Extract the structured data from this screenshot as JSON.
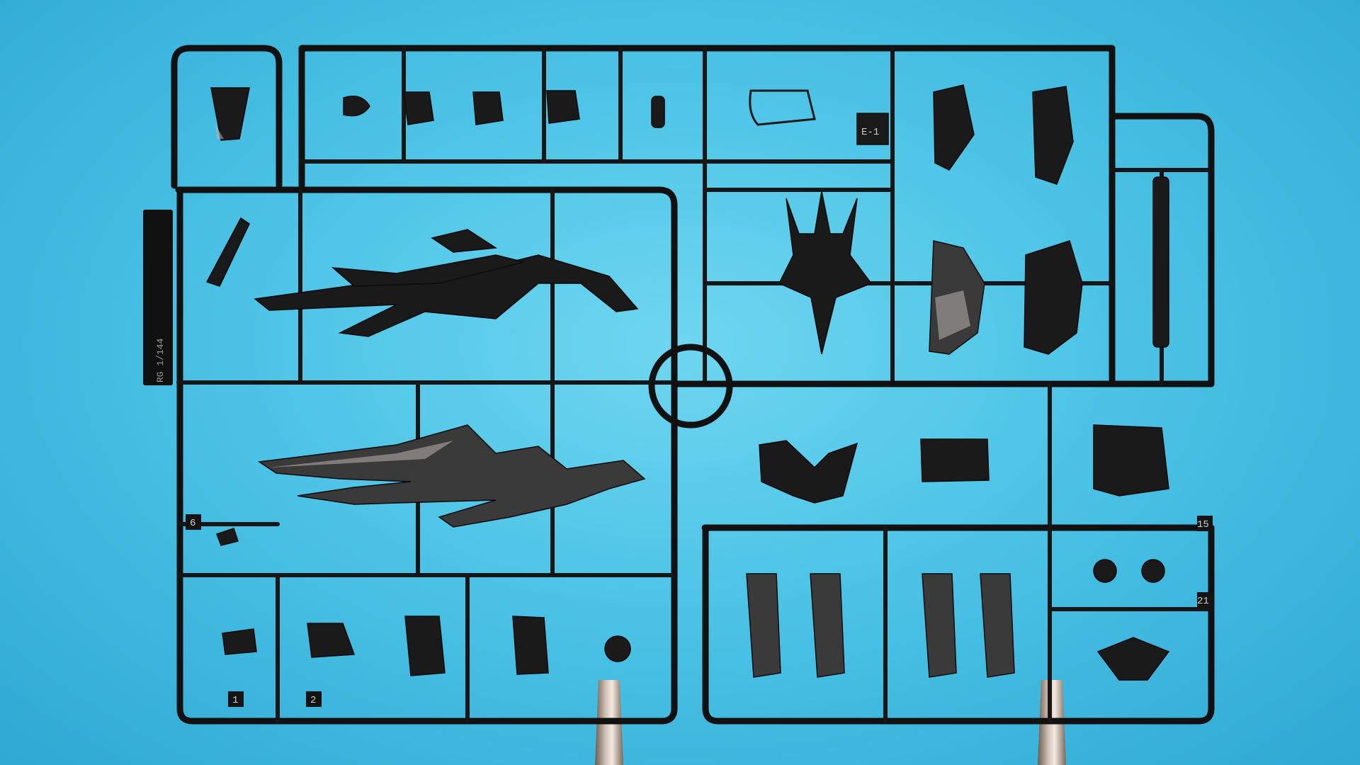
{
  "scene": {
    "background_color": "#4cc3e6",
    "plastic_color": "#141414",
    "sprue_tags": [
      {
        "id": "tag-1",
        "text": "1"
      },
      {
        "id": "tag-2",
        "text": "2"
      },
      {
        "id": "tag-6",
        "text": "6"
      },
      {
        "id": "tag-15",
        "text": "15"
      },
      {
        "id": "tag-21",
        "text": "21"
      },
      {
        "id": "tag-e1",
        "text": "E-1"
      }
    ],
    "label_plate_text": "RG 1/144"
  }
}
